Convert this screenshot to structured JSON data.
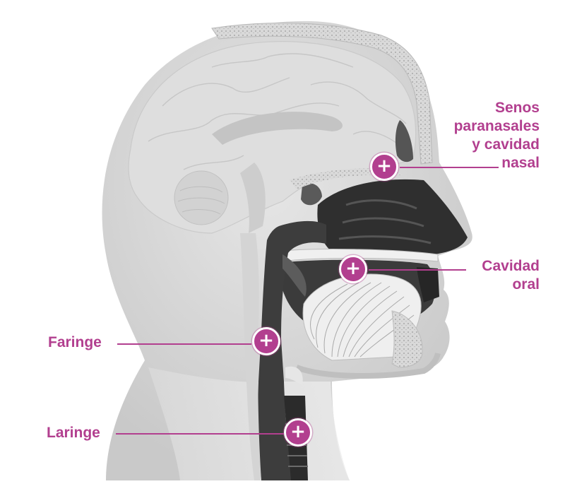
{
  "labels": {
    "senos_line1": "Senos",
    "senos_line2": "paranasales",
    "senos_line3": "y cavidad",
    "senos_line4": "nasal",
    "oral_line1": "Cavidad",
    "oral_line2": "oral",
    "faringe": "Faringe",
    "laringe": "Laringe"
  },
  "hotspots": {
    "senos": "+",
    "oral": "+",
    "faringe": "+",
    "laringe": "+"
  },
  "colors": {
    "accent": "#b23f8f",
    "tissue": "#d6d6d6",
    "tract": "#3a3a3a",
    "bone": "#cfcfcf"
  },
  "icons": [
    "plus-icon"
  ]
}
